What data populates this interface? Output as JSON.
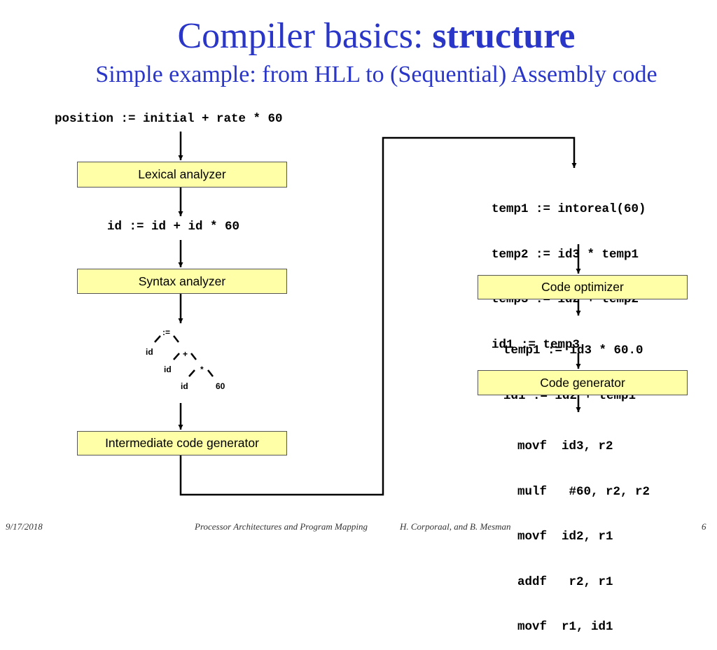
{
  "title": {
    "plain": "Compiler basics: ",
    "bold": "structure"
  },
  "subtitle": "Simple example: from HLL to (Sequential) Assembly code",
  "source_statement": "position := initial + rate * 60",
  "stages": {
    "lexical": "Lexical analyzer",
    "syntax": "Syntax analyzer",
    "intermediate": "Intermediate code generator",
    "optimizer": "Code optimizer",
    "generator": "Code generator"
  },
  "token_stream": "id := id + id * 60",
  "syntax_tree": {
    "assign": ":=",
    "id1": "id",
    "plus": "+",
    "id2": "id",
    "times": "*",
    "id3": "id",
    "const": "60"
  },
  "intermediate_code": [
    "temp1 := intoreal(60)",
    "temp2 := id3 * temp1",
    "temp3 := id2 + temp2",
    "id1 := temp3"
  ],
  "optimized_code": [
    "temp1 := id3 * 60.0",
    "id1 := id2 + temp1"
  ],
  "assembly_code": [
    "movf  id3, r2",
    "mulf   #60, r2, r2",
    "movf  id2, r1",
    "addf   r2, r1",
    "movf  r1, id1"
  ],
  "footer": {
    "date": "9/17/2018",
    "course": "Processor Architectures and Program Mapping",
    "authors": "H. Corporaal, and B. Mesman",
    "page": "6"
  }
}
